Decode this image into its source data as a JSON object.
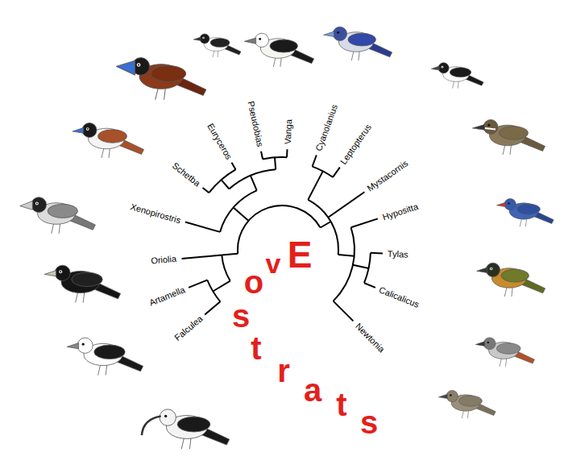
{
  "diagram": {
    "labels": [
      "Euryceros",
      "Pseudobias",
      "Vanga",
      "Cyanolanius",
      "Leptopterus",
      "Mystacornis",
      "Hypositta",
      "Tylas",
      "Calicalicus",
      "Newtonia",
      "Falculea",
      "Artamella",
      "Oriolia",
      "Xenopirostris",
      "Schetba",
      "o",
      "v",
      "E",
      "s",
      "t",
      "r",
      "a",
      "t",
      "s"
    ]
  }
}
